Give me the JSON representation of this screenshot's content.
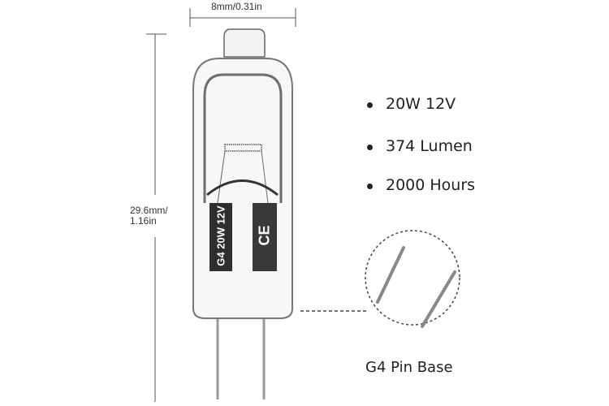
{
  "dimensions": {
    "width_label": "8mm/0.31in",
    "height_label_line1": "29.6mm/",
    "height_label_line2": "1.16in"
  },
  "bulb": {
    "marking": "G4 20W 12V",
    "certification": "CE"
  },
  "specs": [
    "20W 12V",
    "374 Lumen",
    "2000 Hours"
  ],
  "detail": {
    "caption": "G4 Pin Base"
  }
}
